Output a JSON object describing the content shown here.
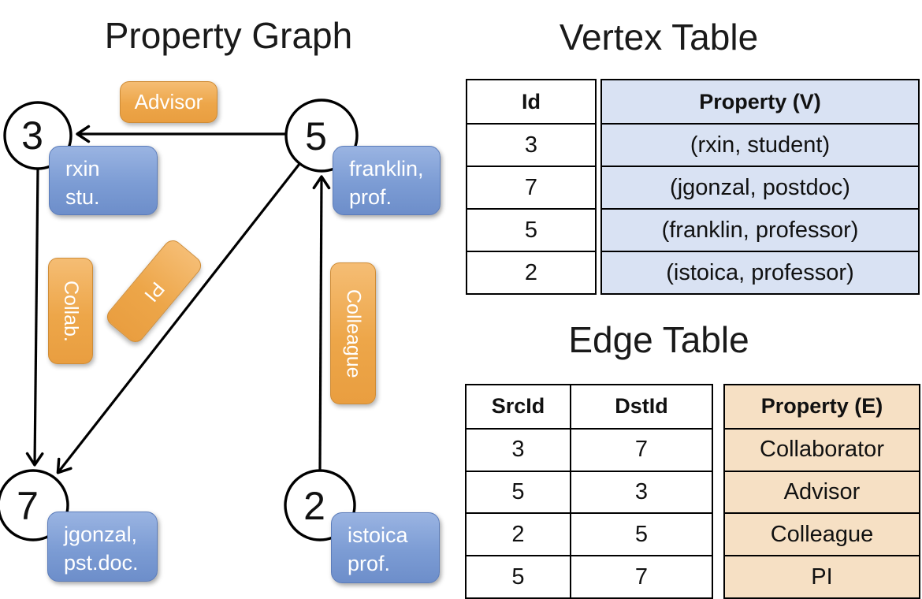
{
  "graph": {
    "title": "Property Graph",
    "vertices": [
      {
        "id": "3",
        "label_line1": "rxin",
        "label_line2": "stu."
      },
      {
        "id": "5",
        "label_line1": "franklin,",
        "label_line2": "prof."
      },
      {
        "id": "7",
        "label_line1": "jgonzal,",
        "label_line2": "pst.doc."
      },
      {
        "id": "2",
        "label_line1": "istoica",
        "label_line2": "prof."
      }
    ],
    "edge_labels": {
      "advisor": "Advisor",
      "collab": "Collab.",
      "pi": "PI",
      "colleague": "Colleague"
    }
  },
  "vertex_table": {
    "title": "Vertex Table",
    "columns": {
      "id": "Id",
      "property": "Property (V)"
    },
    "rows": [
      {
        "id": "3",
        "property": "(rxin, student)"
      },
      {
        "id": "7",
        "property": "(jgonzal, postdoc)"
      },
      {
        "id": "5",
        "property": "(franklin, professor)"
      },
      {
        "id": "2",
        "property": "(istoica, professor)"
      }
    ]
  },
  "edge_table": {
    "title": "Edge Table",
    "columns": {
      "src": "SrcId",
      "dst": "DstId",
      "property": "Property (E)"
    },
    "rows": [
      {
        "src": "3",
        "dst": "7",
        "property": "Collaborator"
      },
      {
        "src": "5",
        "dst": "3",
        "property": "Advisor"
      },
      {
        "src": "2",
        "dst": "5",
        "property": "Colleague"
      },
      {
        "src": "5",
        "dst": "7",
        "property": "PI"
      }
    ]
  },
  "colors": {
    "vertex_box": "#7c9cd4",
    "edge_box": "#eda649",
    "vertex_table_fill": "#d9e2f3",
    "edge_table_fill": "#f6e0c4",
    "line": "#000000"
  }
}
